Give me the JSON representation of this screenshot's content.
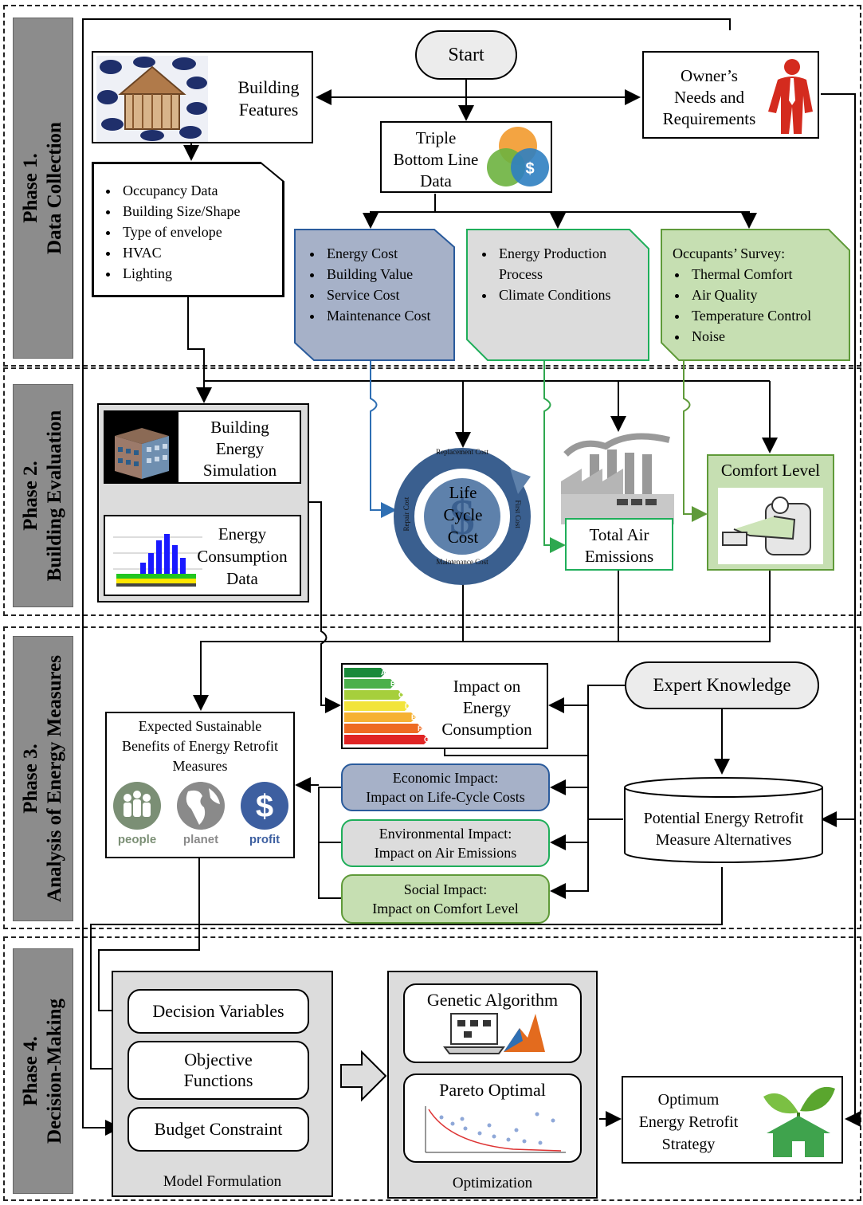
{
  "phases": [
    {
      "label_line1": "Phase 1.",
      "label_line2": "Data Collection"
    },
    {
      "label_line1": "Phase 2.",
      "label_line2": "Building Evaluation"
    },
    {
      "label_line1": "Phase 3.",
      "label_line2": "Analysis of Energy Measures"
    },
    {
      "label_line1": "Phase 4.",
      "label_line2": "Decision-Making"
    }
  ],
  "phase1": {
    "start": "Start",
    "building_features": {
      "line1": "Building",
      "line2": "Features"
    },
    "owner": {
      "line1": "Owner’s",
      "line2": "Needs and",
      "line3": "Requirements"
    },
    "tbl": {
      "line1": "Triple",
      "line2": "Bottom Line",
      "line3": "Data"
    },
    "building_list": [
      "Occupancy Data",
      "Building Size/Shape",
      "Type of envelope",
      "HVAC",
      "Lighting"
    ],
    "economic_list": [
      "Energy Cost",
      "Building Value",
      "Service Cost",
      "Maintenance Cost"
    ],
    "environmental_list": [
      "Energy Production Process",
      "Climate Conditions"
    ],
    "survey_title": "Occupants’ Survey:",
    "survey_list": [
      "Thermal Comfort",
      "Air Quality",
      "Temperature Control",
      "Noise"
    ]
  },
  "phase2": {
    "bes": {
      "line1": "Building",
      "line2": "Energy",
      "line3": "Simulation"
    },
    "ecd": {
      "line1": "Energy",
      "line2": "Consumption",
      "line3": "Data"
    },
    "lcc": {
      "line1": "Life",
      "line2": "Cycle",
      "line3": "Cost",
      "ring_top": "Replacement Cost",
      "ring_left": "Repair Cost",
      "ring_right": "First Cost",
      "ring_bottom": "Maintenance Cost"
    },
    "air": {
      "line1": "Total Air",
      "line2": "Emissions"
    },
    "comfort": "Comfort Level"
  },
  "phase3": {
    "expected": {
      "line1": "Expected Sustainable",
      "line2": "Benefits of Energy Retrofit",
      "line3": "Measures"
    },
    "ppp": [
      "people",
      "planet",
      "profit"
    ],
    "impact_energy": {
      "line1": "Impact on",
      "line2": "Energy",
      "line3": "Consumption"
    },
    "energy_grades": [
      "A",
      "B",
      "C",
      "D",
      "E",
      "F",
      "G"
    ],
    "expert": "Expert Knowledge",
    "economic": {
      "line1": "Economic Impact:",
      "line2": "Impact on Life-Cycle Costs"
    },
    "environmental": {
      "line1": "Environmental Impact:",
      "line2": "Impact on Air Emissions"
    },
    "social": {
      "line1": "Social Impact:",
      "line2": "Impact on Comfort Level"
    },
    "potential": {
      "line1": "Potential Energy Retrofit",
      "line2": "Measure Alternatives"
    }
  },
  "phase4": {
    "decision_vars": "Decision Variables",
    "objective": {
      "line1": "Objective",
      "line2": "Functions"
    },
    "budget": "Budget Constraint",
    "model_formulation": "Model Formulation",
    "ga": "Genetic Algorithm",
    "pareto": "Pareto Optimal",
    "optimization": "Optimization",
    "optimum": {
      "line1": "Optimum",
      "line2": "Energy Retrofit",
      "line3": "Strategy"
    }
  },
  "colors": {
    "economic_fill": "#a6b1c8",
    "economic_border": "#2a5b9c",
    "environmental_fill": "#dcdcdc",
    "environmental_border": "#1fae5a",
    "social_fill": "#c6dfb2",
    "social_border": "#5f9a39",
    "phase_label": "#8c8c8c",
    "blue_arrow": "#2f6fb3",
    "green_arrow": "#2ea84f",
    "olive_arrow": "#5f9a39"
  }
}
